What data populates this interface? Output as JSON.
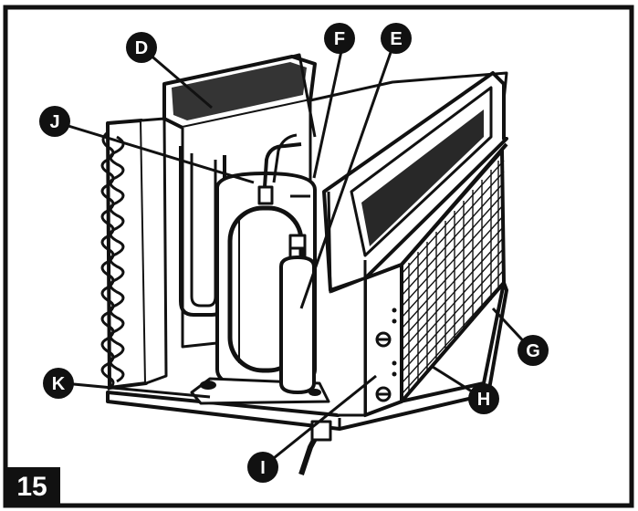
{
  "figure": {
    "number": "15",
    "ink_color": "#111111",
    "paper_color": "#ffffff"
  },
  "callouts": [
    {
      "letter": "D"
    },
    {
      "letter": "F"
    },
    {
      "letter": "E"
    },
    {
      "letter": "J"
    },
    {
      "letter": "G"
    },
    {
      "letter": "K"
    },
    {
      "letter": "H"
    },
    {
      "letter": "I"
    }
  ]
}
